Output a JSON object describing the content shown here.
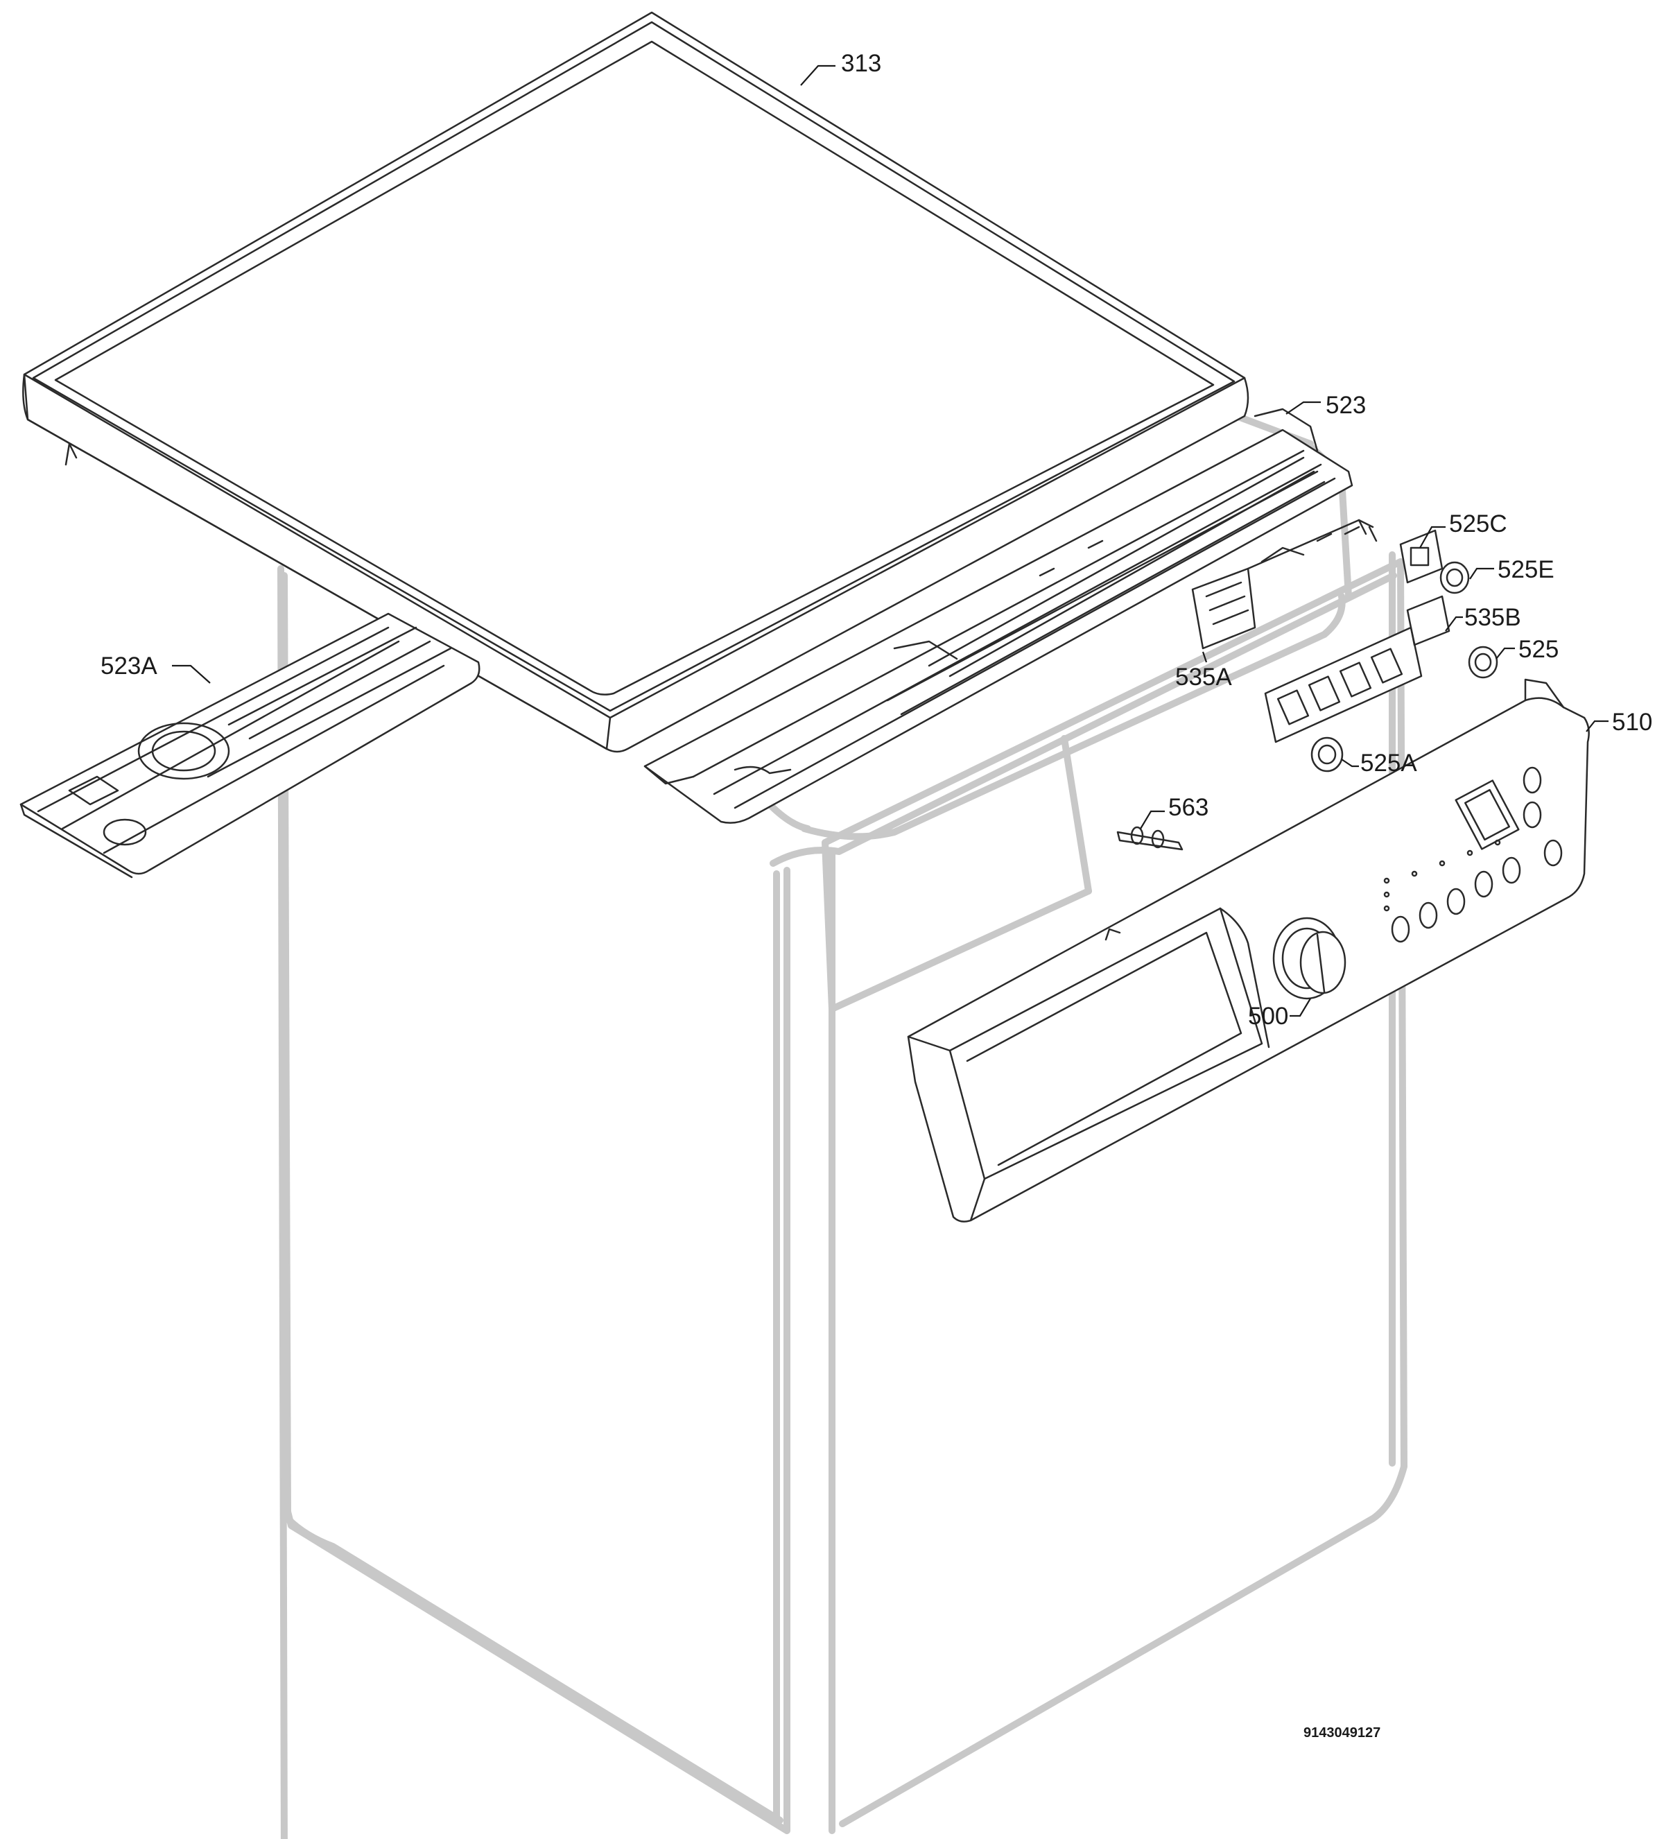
{
  "drawing_code": "9143049127",
  "callouts": [
    {
      "id": "313",
      "text": "313"
    },
    {
      "id": "523",
      "text": "523"
    },
    {
      "id": "523A",
      "text": "523A"
    },
    {
      "id": "525C",
      "text": "525C"
    },
    {
      "id": "525E",
      "text": "525E"
    },
    {
      "id": "535B",
      "text": "535B"
    },
    {
      "id": "525",
      "text": "525"
    },
    {
      "id": "535A",
      "text": "535A"
    },
    {
      "id": "510",
      "text": "510"
    },
    {
      "id": "525A",
      "text": "525A"
    },
    {
      "id": "563",
      "text": "563"
    },
    {
      "id": "500",
      "text": "500"
    }
  ]
}
